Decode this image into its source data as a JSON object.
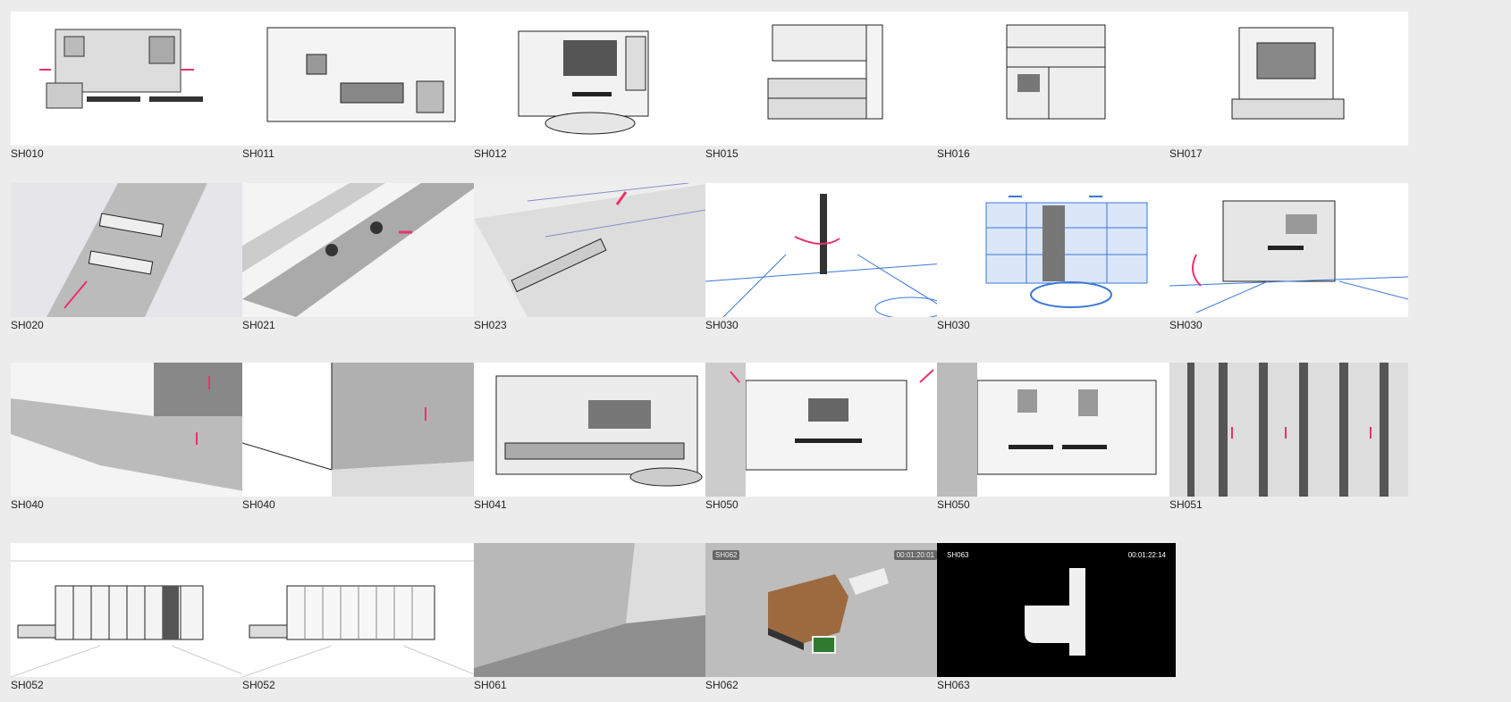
{
  "storyboard": {
    "frames": [
      {
        "id": "sh010",
        "label": "SH010",
        "theme": "light",
        "art": "room-table"
      },
      {
        "id": "sh011",
        "label": "SH011",
        "theme": "light",
        "art": "hospital"
      },
      {
        "id": "sh012",
        "label": "SH012",
        "theme": "light",
        "art": "dining"
      },
      {
        "id": "sh015",
        "label": "SH015",
        "theme": "light",
        "art": "cabinet"
      },
      {
        "id": "sh016",
        "label": "SH016",
        "theme": "light",
        "art": "shelf"
      },
      {
        "id": "sh017",
        "label": "SH017",
        "theme": "light",
        "art": "tv"
      },
      {
        "id": "sh020",
        "label": "SH020",
        "theme": "light",
        "art": "panels"
      },
      {
        "id": "sh021",
        "label": "SH021",
        "theme": "light",
        "art": "rail"
      },
      {
        "id": "sh023",
        "label": "SH023",
        "theme": "light",
        "art": "plate"
      },
      {
        "id": "sh030a",
        "label": "SH030",
        "theme": "light",
        "art": "pillar"
      },
      {
        "id": "sh030b",
        "label": "SH030",
        "theme": "light",
        "art": "blue-room"
      },
      {
        "id": "sh030c",
        "label": "SH030",
        "theme": "light",
        "art": "glass-room"
      },
      {
        "id": "sh040a",
        "label": "SH040",
        "theme": "light",
        "art": "base-step"
      },
      {
        "id": "sh040b",
        "label": "SH040",
        "theme": "light",
        "art": "wall-corner"
      },
      {
        "id": "sh041",
        "label": "SH041",
        "theme": "light",
        "art": "lounge"
      },
      {
        "id": "sh050a",
        "label": "SH050",
        "theme": "light",
        "art": "room-wide"
      },
      {
        "id": "sh050b",
        "label": "SH050",
        "theme": "light",
        "art": "room-wide-2"
      },
      {
        "id": "sh051",
        "label": "SH051",
        "theme": "light",
        "art": "slats"
      },
      {
        "id": "sh052a",
        "label": "SH052",
        "theme": "light",
        "art": "partition"
      },
      {
        "id": "sh052b",
        "label": "SH052",
        "theme": "light",
        "art": "partition-plain"
      },
      {
        "id": "sh061",
        "label": "SH061",
        "theme": "light",
        "art": "floor-corner"
      },
      {
        "id": "sh062",
        "label": "SH062",
        "theme": "gray",
        "art": "render",
        "overlay_left": "SH062",
        "overlay_right": "00:01:20:01"
      },
      {
        "id": "sh063",
        "label": "SH063",
        "theme": "black",
        "art": "blocks",
        "overlay_left": "SH063",
        "overlay_right": "00:01:22:14"
      }
    ]
  },
  "colors": {
    "background": "#ececec",
    "accent": "#e8336a",
    "blueprint": "#3a78d8"
  }
}
